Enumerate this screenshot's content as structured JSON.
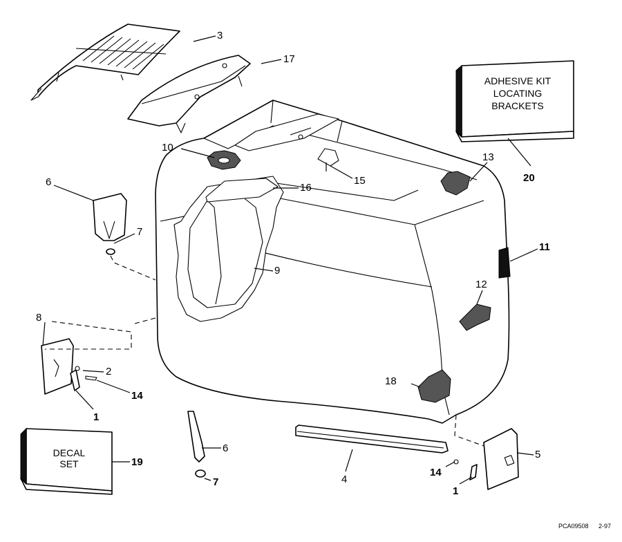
{
  "labels": {
    "p1a": "1",
    "p1b": "1",
    "p2": "2",
    "p3": "3",
    "p4": "4",
    "p5": "5",
    "p6a": "6",
    "p6b": "6",
    "p7a": "7",
    "p7b": "7",
    "p8": "8",
    "p9": "9",
    "p10": "10",
    "p11": "11",
    "p12": "12",
    "p13": "13",
    "p14a": "14",
    "p14b": "14",
    "p15": "15",
    "p16": "16",
    "p17": "17",
    "p18": "18",
    "p19": "19",
    "p20": "20"
  },
  "boxes": {
    "adhesive_kit": {
      "line1": "ADHESIVE KIT",
      "line2": "LOCATING",
      "line3": "BRACKETS"
    },
    "decal_set": {
      "line1": "DECAL",
      "line2": "SET"
    }
  },
  "footer": {
    "code": "PCA09508",
    "date": "2-97"
  },
  "colors": {
    "ink": "#000000",
    "paper": "#ffffff"
  }
}
